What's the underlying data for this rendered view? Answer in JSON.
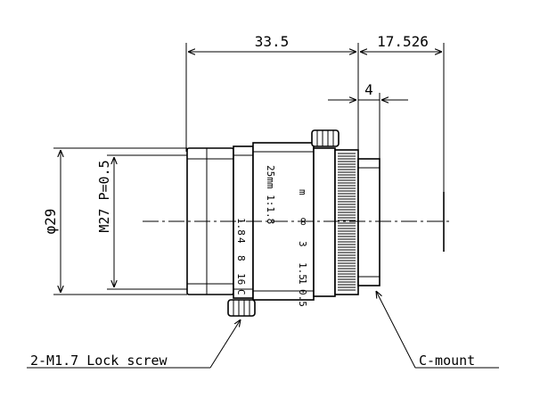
{
  "dimensions": {
    "length": "33.5",
    "flange_back": "17.526",
    "mount_depth": "4",
    "diameter": "φ29",
    "filter_thread": "M27 P=0.5"
  },
  "lens_markings": {
    "model": "25mm 1:1.8",
    "distance_unit": "m",
    "distance_scale": [
      "∞",
      "3",
      "1.5",
      "1",
      "0.5"
    ],
    "aperture_scale": [
      "1.8",
      "4",
      "8",
      "16",
      "C"
    ]
  },
  "callouts": {
    "lock_screw": "2-M1.7 Lock screw",
    "mount": "C-mount"
  }
}
